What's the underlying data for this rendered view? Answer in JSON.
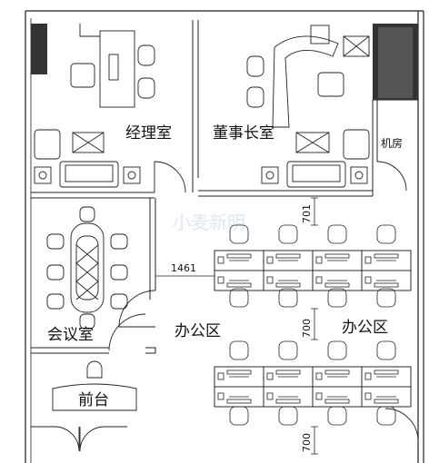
{
  "rooms": {
    "manager": "经理室",
    "chairman": "董事长室",
    "server": "机房",
    "meeting": "会议室",
    "office_left": "办公区",
    "office_right": "办公区",
    "reception": "前台"
  },
  "dimensions": {
    "corridor_width": "1461",
    "clearance_top": "701",
    "clearance_middle": "700",
    "clearance_bottom": "700"
  },
  "watermark": "小麦新明",
  "colors": {
    "line": "#222222",
    "wall_fill": "#ffffff",
    "hatch": "#333333",
    "watermark": "#dfe6f3"
  }
}
